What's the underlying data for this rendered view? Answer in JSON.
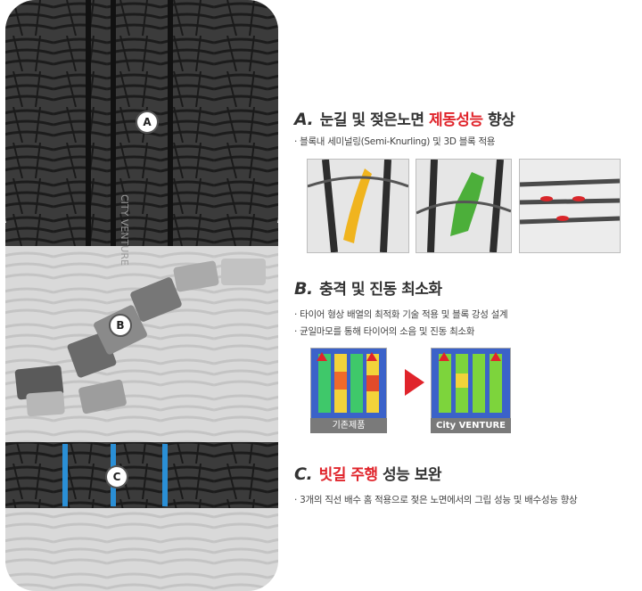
{
  "tire": {
    "brand_text": "CITY VENTURE",
    "markers": {
      "a": "A",
      "b": "B",
      "c": "C"
    }
  },
  "section_a": {
    "letter": "A.",
    "title_before": "눈길 및 젖은노면",
    "title_highlight": "제동성능",
    "title_after": "향상",
    "bullets": [
      "블록내 세미널링(Semi-Knurling) 및 3D 블록 적용"
    ]
  },
  "section_b": {
    "letter": "B.",
    "title": "충격 및 진동 최소화",
    "bullets": [
      "타이어 형상 배열의 최적화 기술 적용 및 블록 강성 설계",
      "균일마모를 통해 타이어의 소음 및 진동 최소화"
    ],
    "compare": {
      "before_label": "기존제품",
      "after_label": "City VENTURE"
    }
  },
  "section_c": {
    "letter": "C.",
    "title_highlight": "빗길 주행",
    "title_after": "성능 보완",
    "bullets": [
      "3개의 직선 배수 홈 적용으로 젖은 노면에서의 그립 성능 및 배수성능 향상"
    ]
  },
  "colors": {
    "accent_red": "#e0242b",
    "groove_blue": "#2a8fd6",
    "semi_knurl_yellow": "#f0b41e",
    "block_green": "#4caf3a"
  }
}
